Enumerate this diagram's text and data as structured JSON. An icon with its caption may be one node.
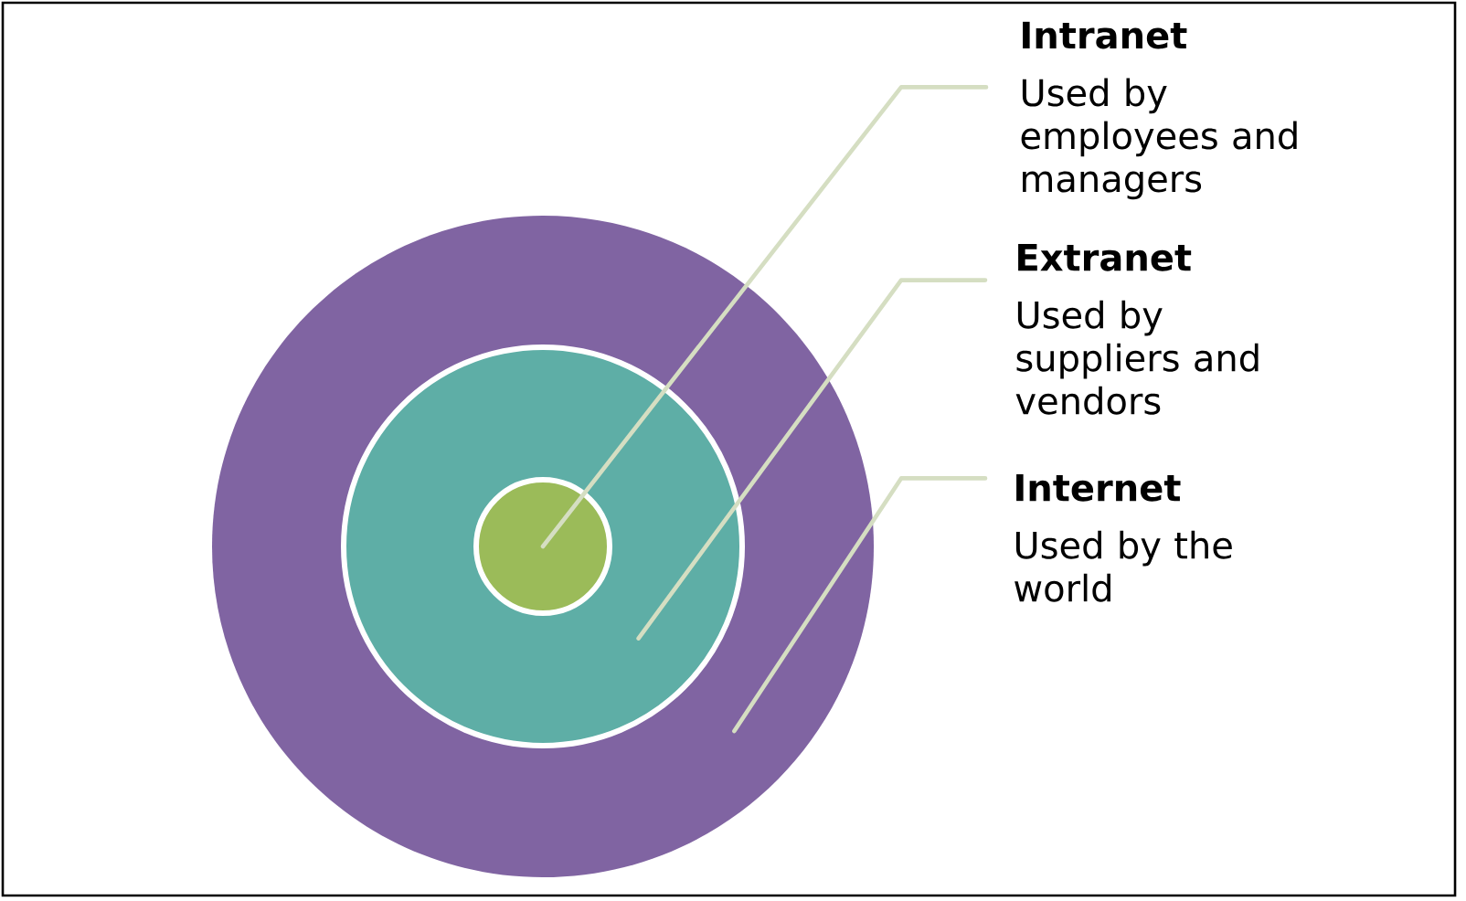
{
  "diagram": {
    "nodes": [
      {
        "text": [],
        "shape": "circle"
      },
      {
        "text": [],
        "shape": "circle",
        "in": 0
      },
      {
        "text": [],
        "shape": "circle",
        "in": 1
      },
      {
        "text": [
          "Intranet",
          "Used by employees and managers"
        ]
      },
      {
        "text": [
          "Extranet",
          "Used by suppliers and vendors"
        ]
      },
      {
        "text": [
          "Internet",
          "Used by the world"
        ]
      }
    ],
    "edges": [
      {
        "from": 3,
        "to": 2,
        "arrow": "none"
      },
      {
        "from": 4,
        "to": 1,
        "arrow": "none"
      },
      {
        "from": 5,
        "to": 0,
        "arrow": "none"
      }
    ]
  }
}
